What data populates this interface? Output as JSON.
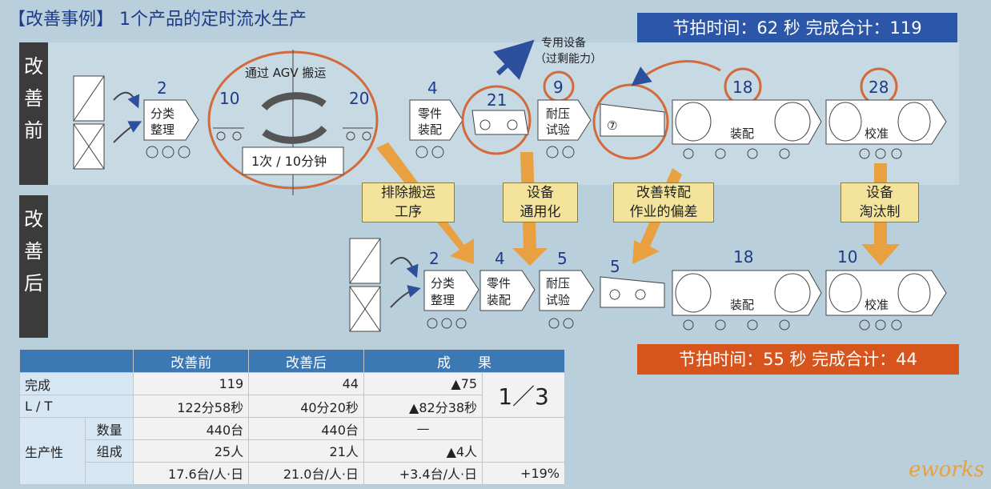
{
  "title": "【改善事例】 1个产品的定时流水生产",
  "banner_before": "节拍时间：62 秒  完成合计：119",
  "banner_after": "节拍时间：55 秒  完成合计：44",
  "side_before": [
    "改",
    "善",
    "前"
  ],
  "side_after": [
    "改",
    "善",
    "后"
  ],
  "before": {
    "agv_label": "通过 AGV 搬运",
    "freq_label": "1次 / 10分钟",
    "dedicated_note": [
      "专用设备",
      "（过剩能力）"
    ],
    "values": {
      "sort": "2",
      "agv_left": "10",
      "agv_right": "20",
      "parts": "4",
      "equip": "21",
      "press": "9",
      "machine": "⑦",
      "assembly": "18",
      "calib": "28"
    },
    "stations": {
      "sort": [
        "分类",
        "整理"
      ],
      "parts": [
        "零件",
        "装配"
      ],
      "press": [
        "耐压",
        "试验"
      ],
      "assembly": "装配",
      "calib": "校准"
    }
  },
  "callouts": [
    [
      "排除搬运",
      "工序"
    ],
    [
      "设备",
      "通用化"
    ],
    [
      "改善转配",
      "作业的偏差"
    ],
    [
      "设备",
      "淘汰制"
    ]
  ],
  "after": {
    "values": {
      "sort": "2",
      "parts": "4",
      "press": "5",
      "machine": "5",
      "assembly": "18",
      "calib": "10"
    },
    "stations": {
      "sort": [
        "分类",
        "整理"
      ],
      "parts": [
        "零件",
        "装配"
      ],
      "press": [
        "耐压",
        "试验"
      ],
      "assembly": "装配",
      "calib": "校准"
    }
  },
  "table": {
    "headers": [
      "改善前",
      "改善后",
      "成　　果"
    ],
    "rows": [
      {
        "label": "完成",
        "sub": "",
        "before": "119",
        "after": "44",
        "result": "▲75"
      },
      {
        "label": "L / T",
        "sub": "",
        "before": "122分58秒",
        "after": "40分20秒",
        "result": "▲82分38秒"
      },
      {
        "label": "生产性",
        "sub": "数量",
        "before": "440台",
        "after": "440台",
        "result": "—"
      },
      {
        "label": "",
        "sub": "组成",
        "before": "25人",
        "after": "21人",
        "result": "▲4人"
      },
      {
        "label": "",
        "sub": "",
        "before": "17.6台/人·日",
        "after": "21.0台/人·日",
        "result": "+3.4台/人·日"
      }
    ],
    "ratio": "1／3",
    "pct": "+19%"
  },
  "logo": "eworks",
  "colors": {
    "blue_banner": "#2c56a8",
    "orange_banner": "#d7551d",
    "circle": "#d26a3c",
    "arrow": "#e8a040",
    "callout": "#f4e39a"
  }
}
